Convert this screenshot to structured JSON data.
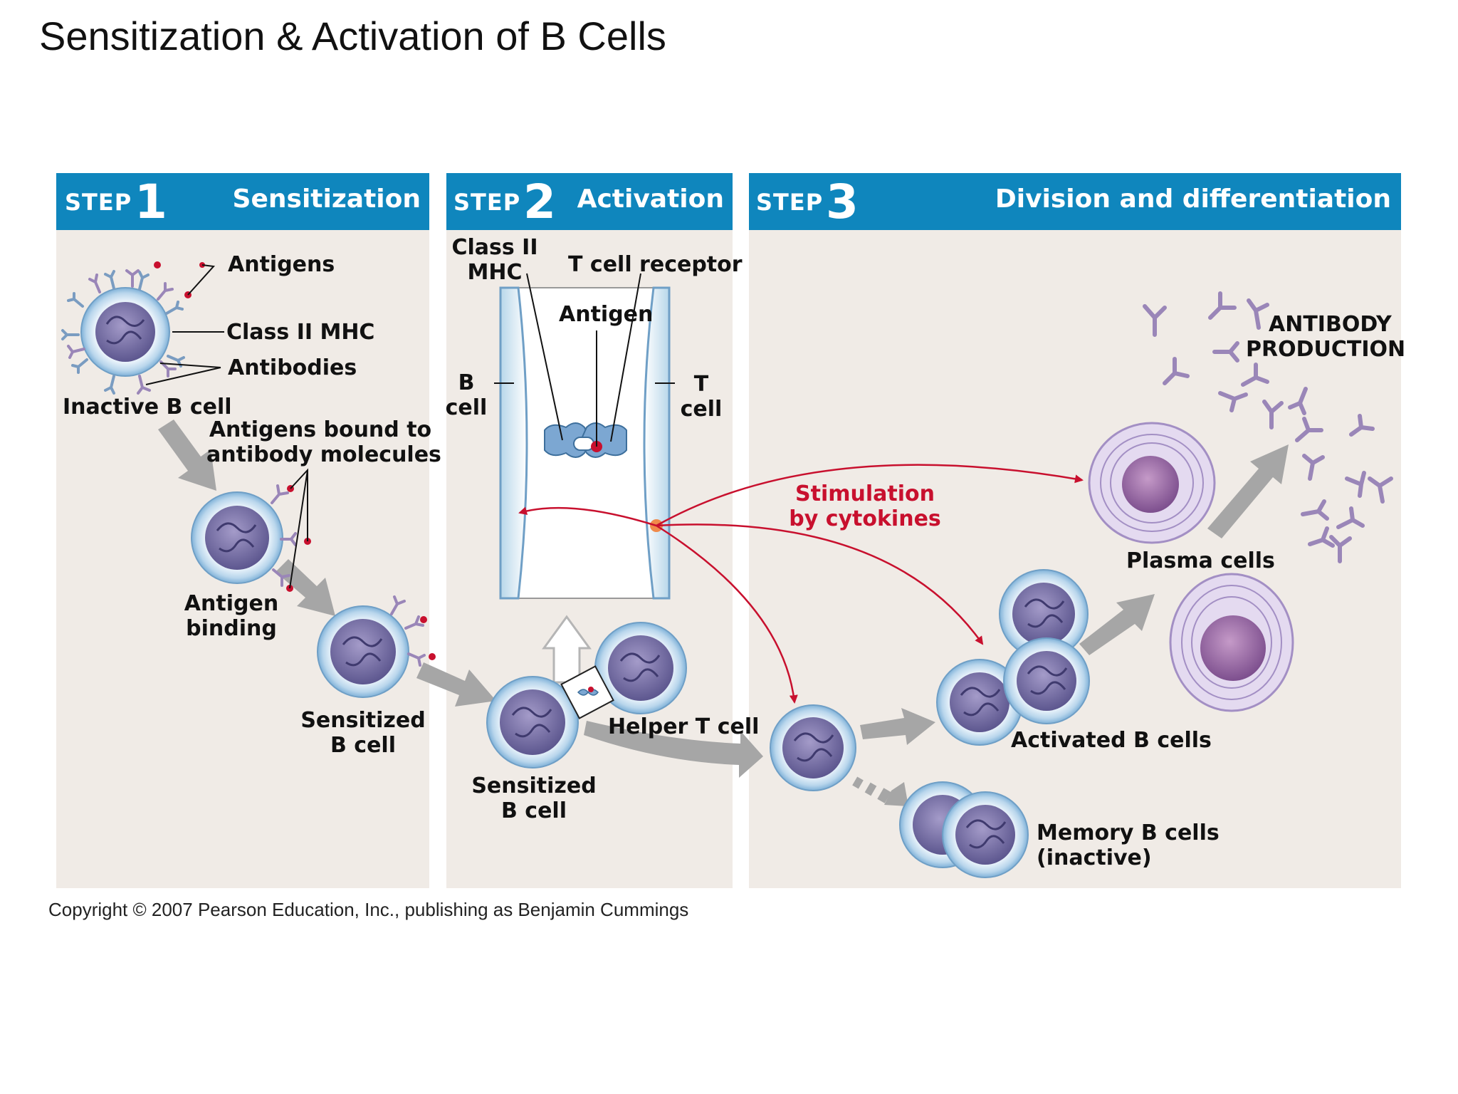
{
  "title": "Sensitization & Activation of B Cells",
  "colors": {
    "header_blue": "#0f86bd",
    "panel_bg": "#f0ebe6",
    "arrow_gray": "#a6a6a6",
    "cytokine_red": "#c8102e",
    "nucleus_purple": "#6f6aa0",
    "antibody_purple": "#9a86b8"
  },
  "steps": [
    {
      "word": "STEP",
      "number": "1",
      "title": "Sensitization"
    },
    {
      "word": "STEP",
      "number": "2",
      "title": "Activation"
    },
    {
      "word": "STEP",
      "number": "3",
      "title": "Division and differentiation"
    }
  ],
  "labels": {
    "antigens": "Antigens",
    "class2_mhc": "Class II MHC",
    "antibodies": "Antibodies",
    "inactive_b_cell": "Inactive B cell",
    "antigens_bound": [
      "Antigens bound to",
      "antibody molecules"
    ],
    "antigen_binding": [
      "Antigen",
      "binding"
    ],
    "sensitized_b_cell_1": [
      "Sensitized",
      "B cell"
    ],
    "class2_mhc_2": [
      "Class II",
      "MHC"
    ],
    "t_cell_receptor": "T cell receptor",
    "antigen": "Antigen",
    "b_cell": [
      "B",
      "cell"
    ],
    "t_cell": [
      "T",
      "cell"
    ],
    "helper_t_cell": "Helper T cell",
    "sensitized_b_cell_2": [
      "Sensitized",
      "B cell"
    ],
    "stimulation": [
      "Stimulation",
      "by cytokines"
    ],
    "antibody_production": [
      "ANTIBODY",
      "PRODUCTION"
    ],
    "plasma_cells": "Plasma cells",
    "activated_b_cells": "Activated B cells",
    "memory_b_cells": [
      "Memory B cells",
      "(inactive)"
    ]
  },
  "copyright": "Copyright © 2007 Pearson Education, Inc., publishing as Benjamin Cummings"
}
